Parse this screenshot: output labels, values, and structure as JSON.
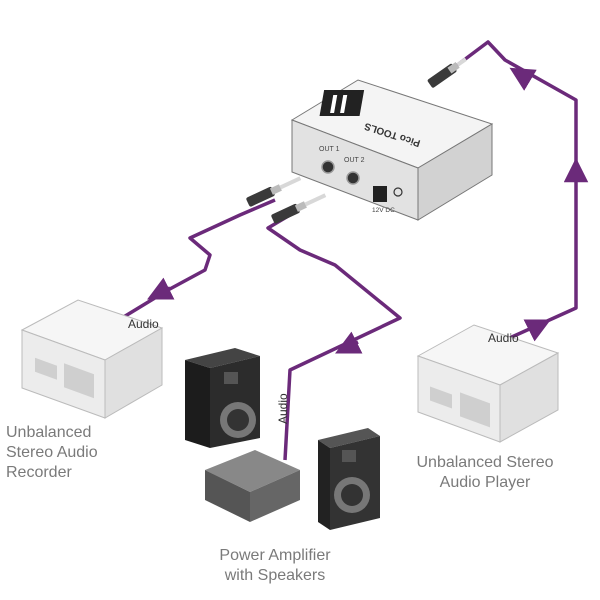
{
  "device": {
    "brand_label": "Pico TOOLS",
    "port_labels": {
      "out1": "OUT 1",
      "out2": "OUT 2",
      "power": "12V DC"
    }
  },
  "connections": {
    "recorder_audio": "Audio",
    "amplifier_audio": "Audio",
    "player_audio": "Audio"
  },
  "devices": {
    "recorder": [
      "Unbalanced",
      "Stereo Audio",
      "Recorder"
    ],
    "player": [
      "Unbalanced Stereo",
      "Audio Player"
    ],
    "amplifier": [
      "Power Amplifier",
      "with Speakers"
    ]
  },
  "colors": {
    "cable": "#6b2a7a",
    "line_text": "#7a7a7a",
    "device_fill": "#f0f0f0"
  }
}
